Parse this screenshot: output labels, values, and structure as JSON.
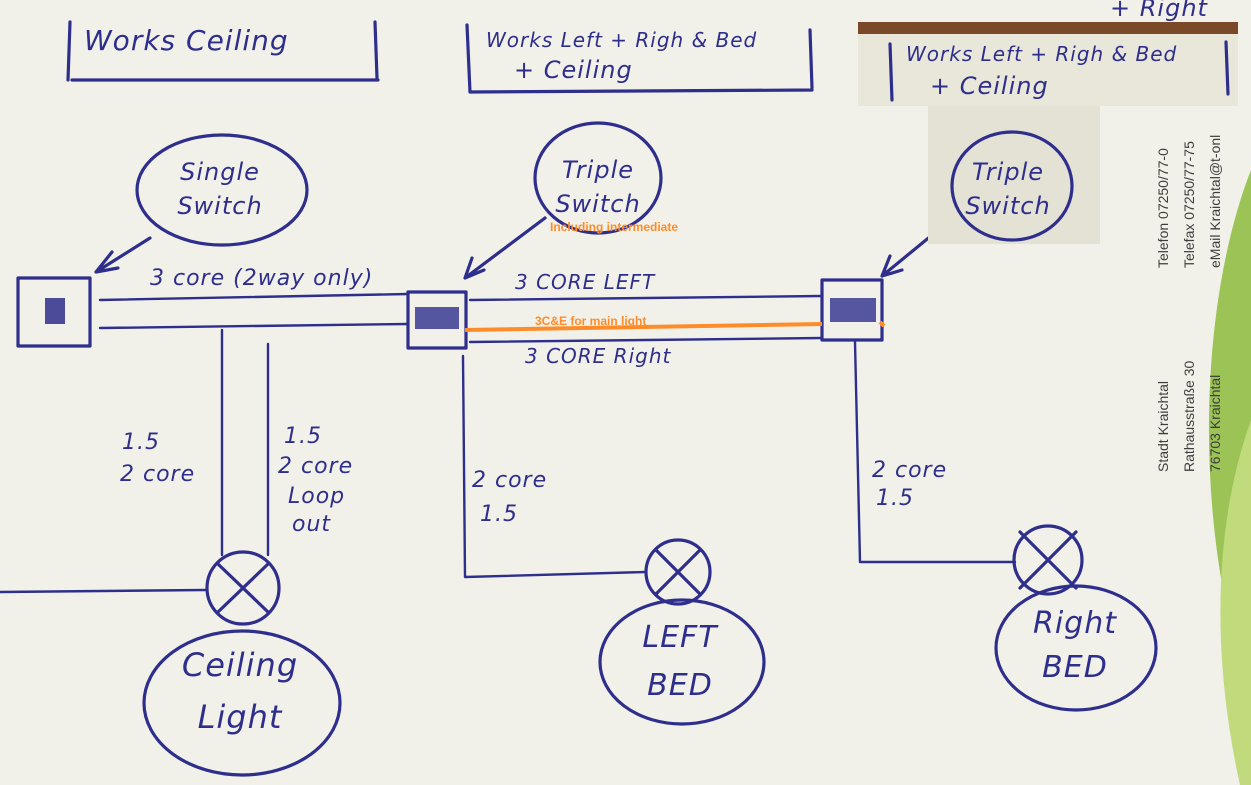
{
  "headers": {
    "ceiling": "Works Ceiling",
    "left_right_bed": [
      "Works Left + Righ & Bed",
      "+ Ceiling"
    ],
    "pasted": [
      "Works Left + Righ & Bed",
      "+ Ceiling"
    ],
    "cut_top": "+ Right"
  },
  "switches": {
    "single": [
      "Single",
      "Switch"
    ],
    "triple": [
      "Triple",
      "Switch"
    ],
    "triple_pasted": [
      "Triple",
      "Switch"
    ]
  },
  "annotations": {
    "including_intermediate": "Including intermediate",
    "main_light": "3C&E for main light"
  },
  "cables": {
    "three_core_2way": "3 core (2way only)",
    "three_core_left": "3 CORE LEFT",
    "three_core_right": "3 CORE Right",
    "ceiling_feed": [
      "1.5",
      "2 core"
    ],
    "ceiling_loop": [
      "1.5",
      "2 core",
      "Loop",
      "out"
    ],
    "left_drop": [
      "2 core",
      "1.5"
    ],
    "right_drop": [
      "2 core",
      "1.5"
    ]
  },
  "lights": {
    "ceiling": [
      "Ceiling",
      "Light"
    ],
    "left_bed": [
      "LEFT",
      "BED"
    ],
    "right_bed": [
      "Right",
      "BED"
    ]
  },
  "letterhead": {
    "contact": [
      "Telefon 07250/77-0",
      "Telefax 07250/77-75",
      "eMail Kraichtal@t-onl"
    ],
    "address": [
      "Stadt Kraichtal",
      "Rathausstraße 30",
      "76703 Kraichtal"
    ]
  },
  "colors": {
    "ink": "#2e2e8c",
    "annotation": "#ff8c2a",
    "paper": "#f2f1e9",
    "letterhead_green": "#8dbb3c"
  }
}
